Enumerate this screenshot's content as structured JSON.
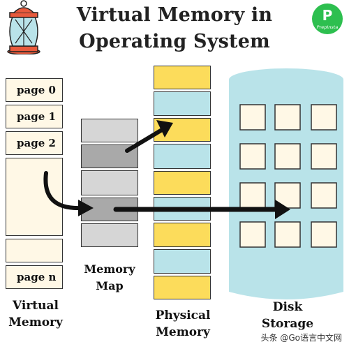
{
  "title": {
    "line1": "Virtual Memory in",
    "line2": "Operating System"
  },
  "logo": {
    "letter": "P",
    "text": "PrepInsta",
    "color": "#2dbf4f"
  },
  "lantern_icon": "lantern-icon",
  "virtual_memory": {
    "pages": [
      "page 0",
      "page 1",
      "page 2",
      "",
      "",
      "page n"
    ],
    "caption_line1": "Virtual",
    "caption_line2": "Memory",
    "fill": "#fff8e6"
  },
  "memory_map": {
    "caption_line1": "Memory",
    "caption_line2": "Map",
    "slot_colors": [
      "#d6d6d6",
      "#a9a9a9",
      "#d6d6d6",
      "#a9a9a9",
      "#d6d6d6"
    ]
  },
  "physical_memory": {
    "caption_line1": "Physical",
    "caption_line2": "Memory",
    "slot_colors": [
      "#fcdc5b",
      "#b9e3e9",
      "#fcdc5b",
      "#b9e3e9",
      "#fcdc5b",
      "#b9e3e9",
      "#fcdc5b",
      "#b9e3e9",
      "#fcdc5b"
    ]
  },
  "disk_storage": {
    "caption_line1": "Disk",
    "caption_line2": "Storage",
    "fill": "#b9e3e9",
    "block_fill": "#fff8e6",
    "rows": 4,
    "cols": 3
  },
  "watermark": "头条 @Go语言中文网"
}
